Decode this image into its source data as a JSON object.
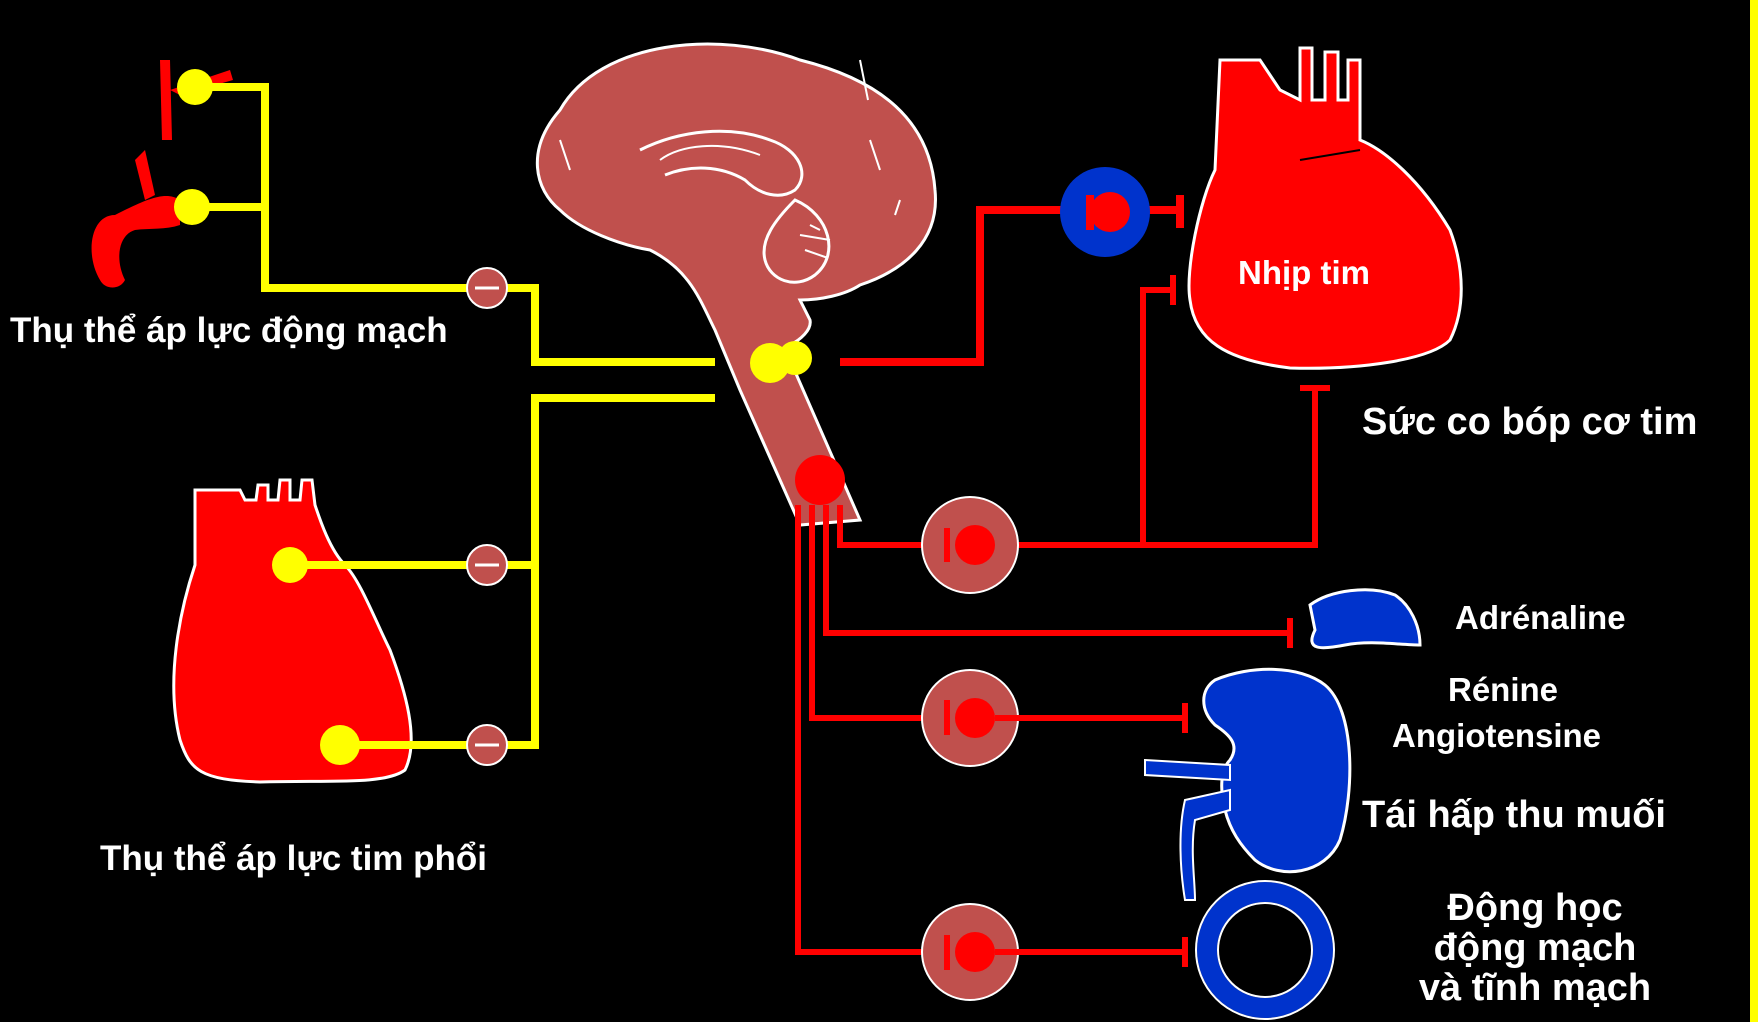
{
  "colors": {
    "background": "#000000",
    "signal_afferent": "#ffff00",
    "signal_efferent": "#ff0000",
    "brain": "#c0504d",
    "organ_heart": "#ff0000",
    "organ_kidney": "#0033cc",
    "node": "#c0504d"
  },
  "labels": {
    "arterial_baroreceptors": "Thụ thể áp lực động mạch",
    "cardiopulmonary_baroreceptors": "Thụ thể áp lực tim phổi",
    "heart_rate": "Nhịp tim",
    "contractility": "Sức co bóp cơ tim",
    "adrenaline": "Adrénaline",
    "renin": "Rénine",
    "angiotensin": "Angiotensine",
    "salt_reabsorption": "Tái hấp thu muối",
    "vascular_line1": "Động học",
    "vascular_line2": "động mạch",
    "vascular_line3": "và tĩnh mạch"
  },
  "inhibit_symbol": "—"
}
